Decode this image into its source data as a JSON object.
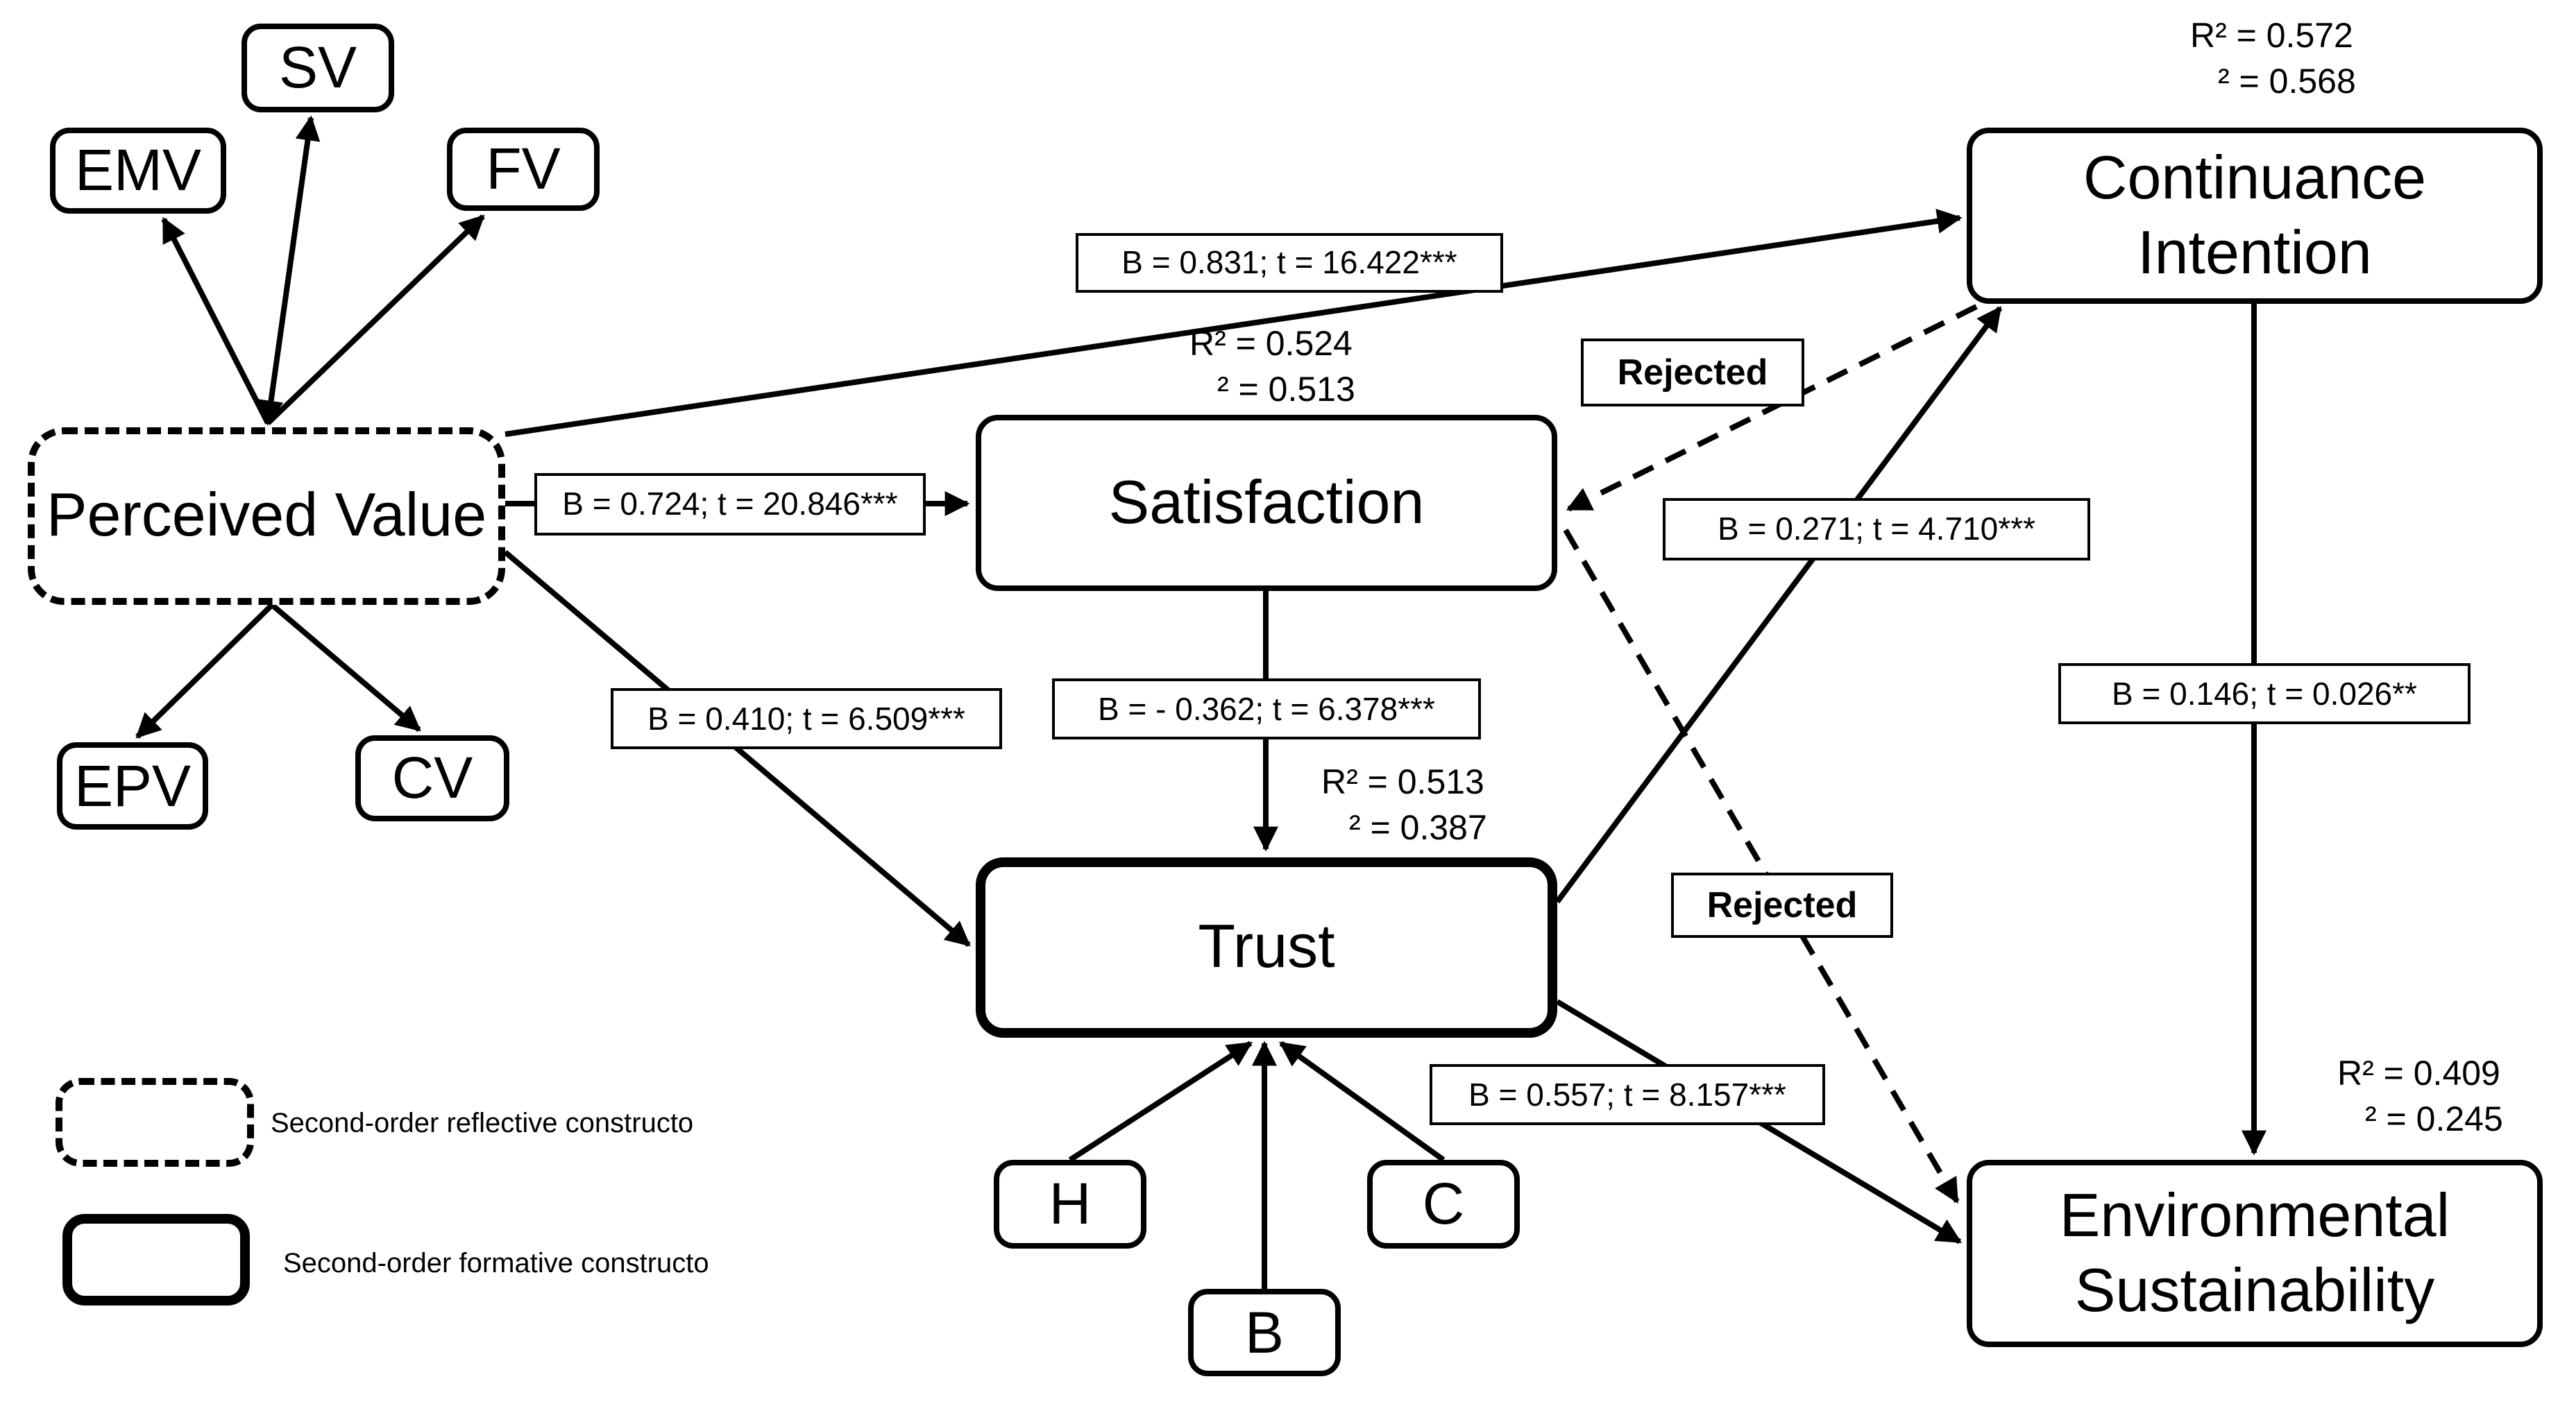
{
  "diagram": {
    "constructs": {
      "perceived_value": "Perceived Value",
      "satisfaction": "Satisfaction",
      "trust": "Trust",
      "continuance_intention": "Continuance\nIntention",
      "environmental_sustainability": "Environmental\nSustainability"
    },
    "indicators": {
      "emv": "EMV",
      "sv": "SV",
      "fv": "FV",
      "epv": "EPV",
      "cv": "CV",
      "h": "H",
      "b": "B",
      "c": "C"
    },
    "paths": {
      "pv_to_continuance": "B = 0.831; t = 16.422***",
      "pv_to_satisfaction": "B = 0.724; t = 20.846***",
      "pv_to_trust": "B = 0.410; t = 6.509***",
      "satisfaction_to_trust": "B = - 0.362; t = 6.378***",
      "trust_to_continuance": "B = 0.271; t = 4.710***",
      "trust_to_sustainability": "B = 0.557; t = 8.157***",
      "continuance_to_sustainability": "B = 0.146; t = 0.026**",
      "rejected_satisfaction_continuance": "Rejected",
      "rejected_satisfaction_sustainability": "Rejected"
    },
    "r_squared": {
      "continuance_line1": "R² = 0.572",
      "continuance_line2": "² = 0.568",
      "satisfaction_line1": "R² = 0.524",
      "satisfaction_line2": "² = 0.513",
      "trust_line1": "R² = 0.513",
      "trust_line2": "² = 0.387",
      "sustainability_line1": "R² = 0.409",
      "sustainability_line2": "² = 0.245"
    },
    "legend": {
      "reflective": "Second-order reflective constructo",
      "formative": "Second-order formative constructo"
    }
  }
}
